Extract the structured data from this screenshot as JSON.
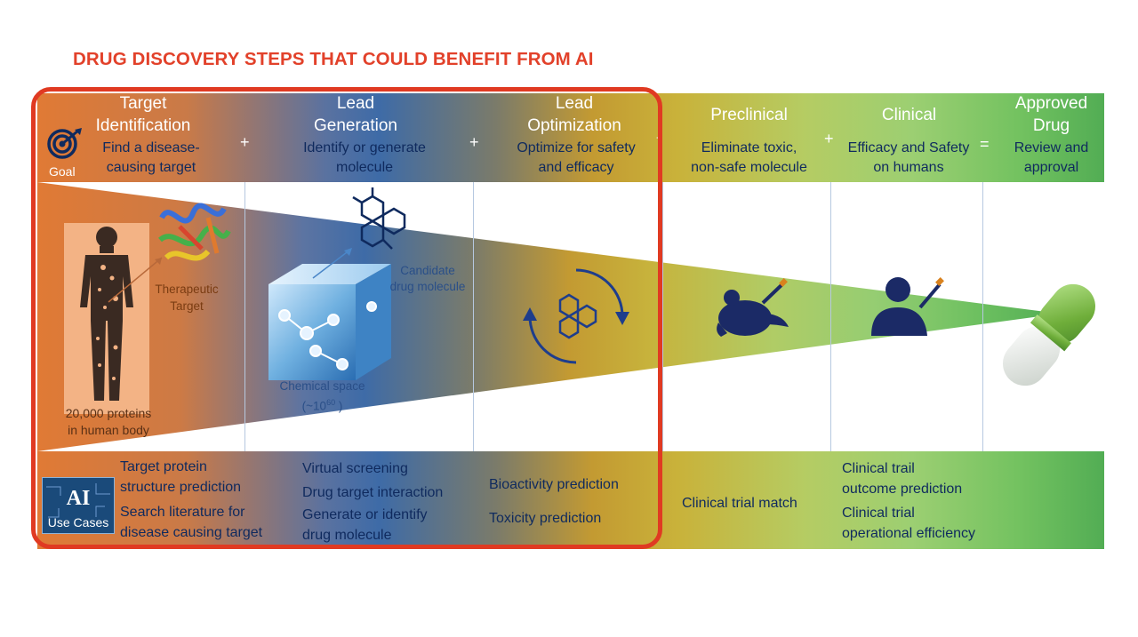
{
  "title": "DRUG DISCOVERY STEPS THAT COULD BENEFIT FROM AI",
  "goal_label": "Goal",
  "ai_badge": {
    "line1": "AI",
    "line2": "Use Cases"
  },
  "stages": [
    {
      "head_lines": [
        "Target",
        "Identification"
      ],
      "desc_lines": [
        "Find a disease-",
        "causing target"
      ]
    },
    {
      "head_lines": [
        "Lead",
        "Generation"
      ],
      "desc_lines": [
        "Identify or generate",
        "molecule"
      ]
    },
    {
      "head_lines": [
        "Lead",
        "Optimization"
      ],
      "desc_lines": [
        "Optimize for safety",
        "and efficacy"
      ]
    },
    {
      "head_lines": [
        "Preclinical"
      ],
      "desc_lines": [
        "Eliminate toxic,",
        "non-safe molecule"
      ]
    },
    {
      "head_lines": [
        "Clinical"
      ],
      "desc_lines": [
        "Efficacy and Safety",
        "on humans"
      ]
    },
    {
      "head_lines": [
        "Approved",
        "Drug"
      ],
      "desc_lines": [
        "Review and",
        "approval"
      ]
    }
  ],
  "operators": [
    "+",
    "+",
    "+",
    "=",
    "+"
  ],
  "funnel_labels": {
    "proteins": [
      "20,000 proteins",
      "in human body"
    ],
    "therapeutic": [
      "Therapeutic",
      "Target"
    ],
    "candidate": [
      "Candidate",
      "drug molecule"
    ],
    "chemical_space": [
      "Chemical space",
      "(~10",
      "60",
      " )"
    ]
  },
  "ai_use_cases": {
    "target_id": [
      "Target protein",
      "structure prediction",
      "Search literature for",
      "disease causing target"
    ],
    "lead_gen": [
      "Virtual screening",
      "Drug target interaction",
      "Generate or identify",
      "drug molecule"
    ],
    "lead_opt": [
      "Bioactivity prediction",
      "Toxicity prediction"
    ],
    "preclinical": [
      "Clinical trial match"
    ],
    "clinical": [
      "Clinical trail",
      "outcome prediction",
      "Clinical trial",
      "operational efficiency"
    ]
  },
  "colors": {
    "title_red": "#e2412a",
    "navy": "#0f2a5e",
    "highlight_box": "#e03a22",
    "green": "#52ad54",
    "orange": "#e07a35"
  }
}
